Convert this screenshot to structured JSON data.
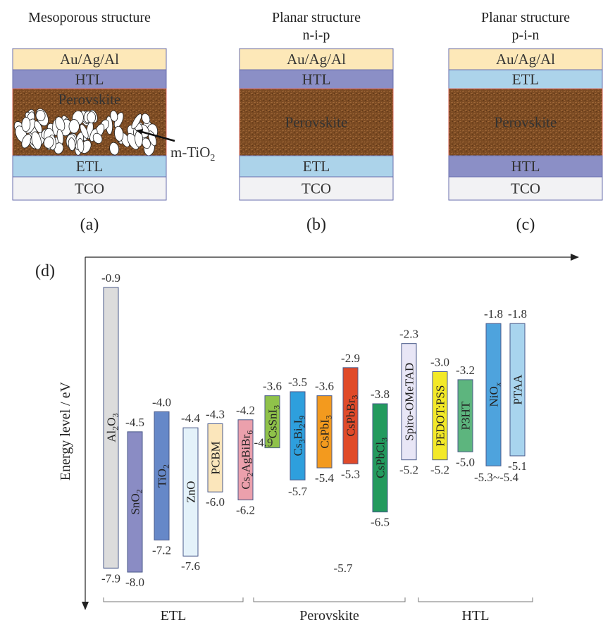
{
  "panels": [
    {
      "id": "a",
      "title": "Mesoporous structure",
      "subtitle": "",
      "tag": "(a)",
      "annotation": "m-TiO",
      "annotation_sub": "2",
      "layers": [
        "Au/Ag/Al",
        "HTL",
        "Perovskite",
        "ETL",
        "TCO"
      ]
    },
    {
      "id": "b",
      "title": "Planar structure",
      "subtitle": "n-i-p",
      "tag": "(b)",
      "layers": [
        "Au/Ag/Al",
        "HTL",
        "Perovskite",
        "ETL",
        "TCO"
      ]
    },
    {
      "id": "c",
      "title": "Planar structure",
      "subtitle": "p-i-n",
      "tag": "(c)",
      "layers": [
        "Au/Ag/Al",
        "ETL",
        "Perovskite",
        "HTL",
        "TCO"
      ]
    }
  ],
  "colors": {
    "metal": "#fde8b8",
    "htl": "#8b8fc6",
    "etl": "#acd3ea",
    "tco": "#f2f2f4",
    "perovskite": "#7a4a22"
  },
  "energy": {
    "tag": "(d)",
    "ylabel": "Energy level / eV",
    "extra_label": "-5.7",
    "groups": [
      {
        "label": "ETL"
      },
      {
        "label": "Perovskite"
      },
      {
        "label": "HTL"
      }
    ],
    "materials": [
      {
        "name": "Al2O3",
        "sub": "2|3",
        "top": -0.9,
        "bottom": -7.9,
        "top_label": "-0.9",
        "bottom_label": "-7.9",
        "color": "#dcdcdc"
      },
      {
        "name": "SnO2",
        "sub": "2",
        "top": -4.5,
        "bottom": -8.0,
        "top_label": "-4.5",
        "bottom_label": "-8.0",
        "color": "#8a8cc4"
      },
      {
        "name": "TiO2",
        "sub": "2",
        "top": -4.0,
        "bottom": -7.2,
        "top_label": "-4.0",
        "bottom_label": "-7.2",
        "color": "#6688c8"
      },
      {
        "name": "ZnO",
        "sub": "",
        "top": -4.4,
        "bottom": -7.6,
        "top_label": "-4.4",
        "bottom_label": "-7.6",
        "color": "#e4f2fa"
      },
      {
        "name": "PCBM",
        "sub": "",
        "top": -4.3,
        "bottom": -6.0,
        "top_label": "-4.3",
        "bottom_label": "-6.0",
        "color": "#fbe6bb"
      },
      {
        "name": "Cs2AgBiBr6",
        "sub": "2|6",
        "top": -4.2,
        "bottom": -6.2,
        "top_label": "-4.2",
        "bottom_label": "-6.2",
        "color": "#eba0ac"
      },
      {
        "name": "CsSnI3",
        "sub": "3",
        "top": -3.6,
        "bottom": -4.9,
        "top_label": "-3.6",
        "bottom_label": "-4.9",
        "color": "#8fc24a"
      },
      {
        "name": "Cs3Bi2I9",
        "sub": "3|2|9",
        "top": -3.5,
        "bottom": -5.7,
        "top_label": "-3.5",
        "bottom_label": "-5.7",
        "color": "#2e9fdd"
      },
      {
        "name": "CsPbI3",
        "sub": "3",
        "top": -3.6,
        "bottom": -5.4,
        "top_label": "-3.6",
        "bottom_label": "-5.4",
        "color": "#f39a1e"
      },
      {
        "name": "CsPbBr3",
        "sub": "3",
        "top": -2.9,
        "bottom": -5.3,
        "top_label": "-2.9",
        "bottom_label": "-5.3",
        "color": "#e04a2a"
      },
      {
        "name": "CsPbCl3",
        "sub": "3",
        "top": -3.8,
        "bottom": -6.5,
        "top_label": "-3.8",
        "bottom_label": "-6.5",
        "color": "#229a5e"
      },
      {
        "name": "Spiro-OMeTAD",
        "sub": "",
        "top": -2.3,
        "bottom": -5.2,
        "top_label": "-2.3",
        "bottom_label": "-5.2",
        "color": "#e8e6f6"
      },
      {
        "name": "PEDOT:PSS",
        "sub": "",
        "top": -3.0,
        "bottom": -5.2,
        "top_label": "-3.0",
        "bottom_label": "-5.2",
        "color": "#f3e928"
      },
      {
        "name": "P3HT",
        "sub": "",
        "top": -3.2,
        "bottom": -5.0,
        "top_label": "-3.2",
        "bottom_label": "-5.0",
        "color": "#5db57e"
      },
      {
        "name": "NiOx",
        "sub": "x",
        "top": -1.8,
        "bottom": -5.35,
        "top_label": "-1.8",
        "bottom_label": "-5.3~-5.4",
        "color": "#4ea3dd"
      },
      {
        "name": "PTAA",
        "sub": "",
        "top": -1.8,
        "bottom": -5.1,
        "top_label": "-1.8",
        "bottom_label": "-5.1",
        "color": "#a8d4ee"
      }
    ]
  }
}
